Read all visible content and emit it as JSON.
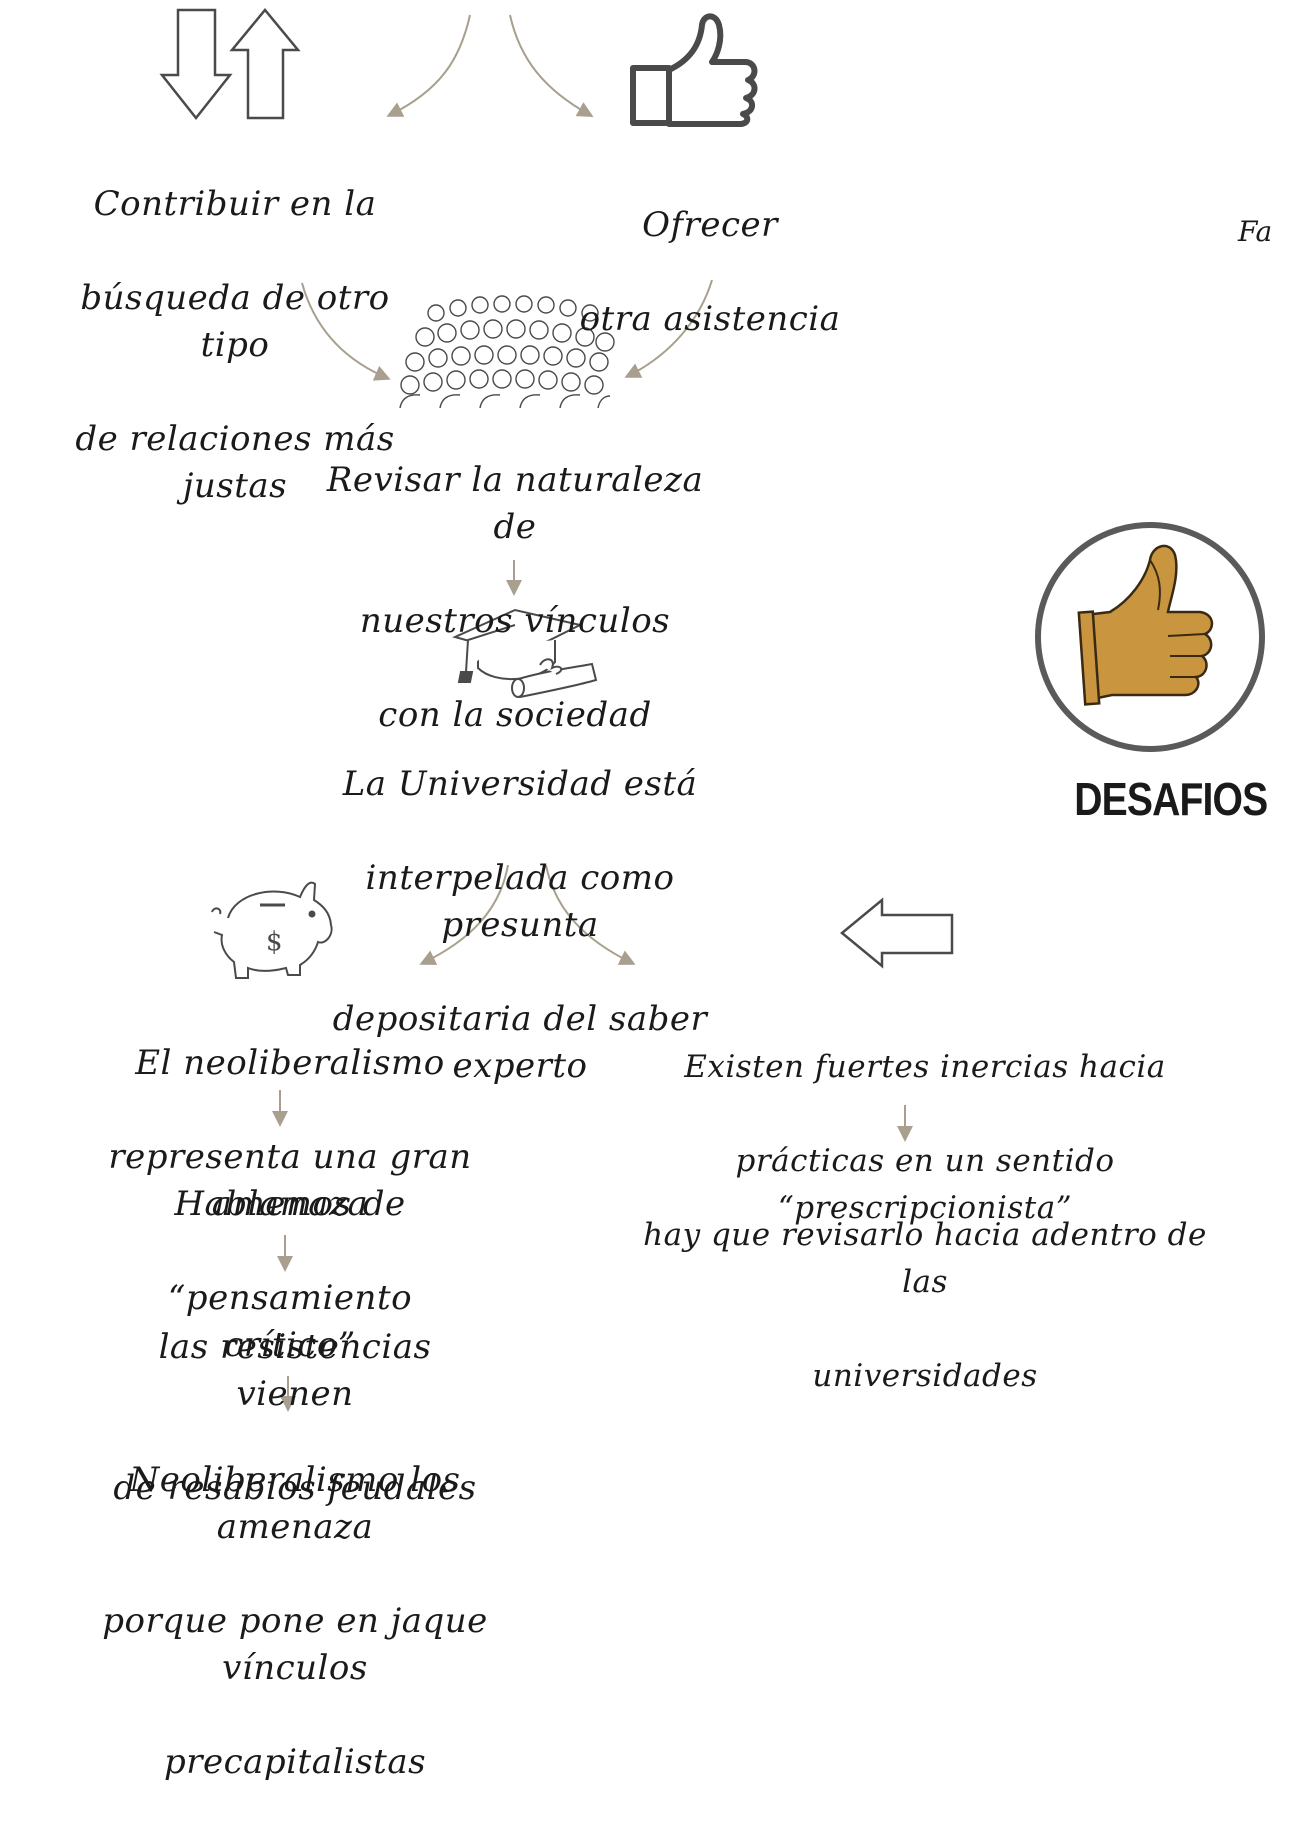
{
  "nodes": {
    "n1": [
      "Contribuir en la",
      "búsqueda de otro tipo",
      "de relaciones más justas"
    ],
    "n2": [
      "Ofrecer",
      "otra asistencia"
    ],
    "n3": [
      "Revisar la naturaleza de",
      "nuestros vínculos",
      "con la sociedad"
    ],
    "n4": [
      "La Universidad está",
      "interpelada como presunta",
      "depositaria del saber experto"
    ],
    "n5": [
      "El neoliberalismo",
      "representa una gran amenaza"
    ],
    "n6": [
      "Hablamos de",
      "“pensamiento crítico”"
    ],
    "n7": [
      "las resistencias vienen",
      "de resabios feudales"
    ],
    "n8": [
      "Neoliberalismo los amenaza",
      "porque pone en jaque vínculos",
      "precapitalistas"
    ],
    "n9": [
      "Existen fuertes inercias hacia",
      "prácticas en un sentido “prescripcionista”"
    ],
    "n10": [
      "hay que revisarlo hacia adentro de las",
      "universidades"
    ]
  },
  "badge_title": "DESAFIOS",
  "edge_fragment": "Fa",
  "colors": {
    "arrow": "#a89f8e",
    "ink": "#1a1a1a",
    "thumb": "#c9953f",
    "ring": "#5a5a5a"
  },
  "icons": [
    "down-up-arrows-icon",
    "thumbs-up-outline-icon",
    "crowd-icon",
    "graduation-cap-icon",
    "piggy-bank-icon",
    "left-arrow-outline-icon",
    "thumbs-up-badge-icon"
  ]
}
